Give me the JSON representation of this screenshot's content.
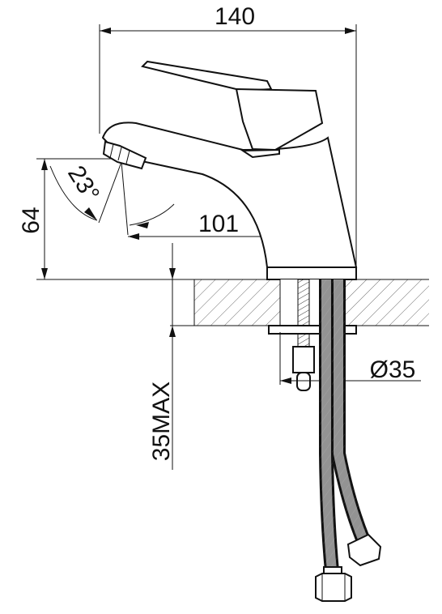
{
  "dimensions": {
    "width": "140",
    "spout_reach": "101",
    "height": "64",
    "angle": "23°",
    "hole_diameter": "Ø35",
    "max_thickness": "35MAX"
  },
  "colors": {
    "line": "#111111",
    "background": "#ffffff"
  }
}
